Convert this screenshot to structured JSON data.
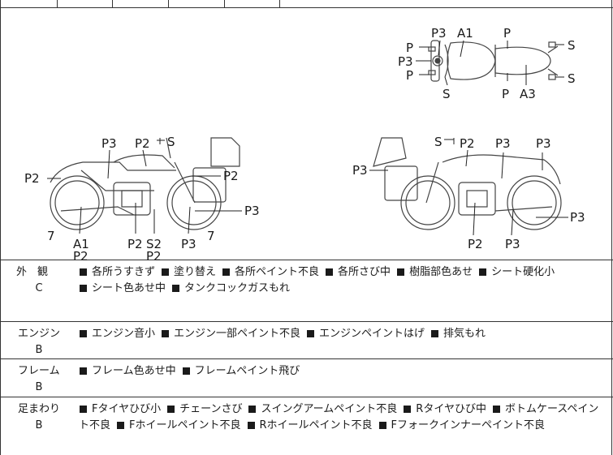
{
  "diagram": {
    "top_view": {
      "labels": [
        "P3",
        "A1",
        "P",
        "P",
        "P3",
        "P",
        "S",
        "S",
        "S",
        "P",
        "A3"
      ]
    },
    "left_view": {
      "labels": [
        "P3",
        "P2",
        "S",
        "P2",
        "P2",
        "7",
        "A1",
        "P2",
        "P2",
        "S2",
        "P2",
        "P3",
        "7",
        "P3"
      ]
    },
    "right_view": {
      "labels": [
        "S",
        "P2",
        "P3",
        "P3",
        "P3",
        "P3",
        "P2",
        "P3"
      ]
    }
  },
  "rows": [
    {
      "category": "外　観",
      "grade": "C",
      "items": [
        "各所うすきず",
        "塗り替え",
        "各所ペイント不良",
        "各所さび中",
        "樹脂部色あせ",
        "シート硬化小",
        "シート色あせ中",
        "タンクコックガスもれ"
      ]
    },
    {
      "category": "エンジン",
      "grade": "B",
      "items": [
        "エンジン音小",
        "エンジン一部ペイント不良",
        "エンジンペイントはげ",
        "排気もれ"
      ]
    },
    {
      "category": "フレーム",
      "grade": "B",
      "items": [
        "フレーム色あせ中",
        "フレームペイント飛び"
      ]
    },
    {
      "category": "足まわり",
      "grade": "B",
      "items": [
        "Fタイヤひび小",
        "チェーンさび",
        "スイングアームペイント不良",
        "Rタイヤひび中",
        "ボトムケースペイン",
        "ト不良",
        "Fホイールペイント不良",
        "Rホイールペイント不良",
        "Fフォークインナーペイント不良"
      ]
    }
  ]
}
